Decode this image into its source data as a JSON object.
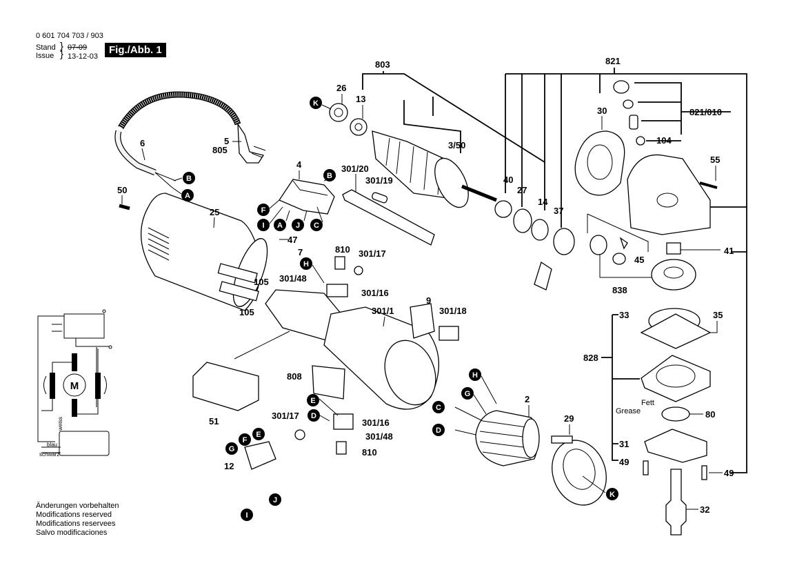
{
  "header": {
    "part_number": "0 601 704 703 / 903",
    "stand_label": "Stand",
    "issue_label": "Issue",
    "stand_value_struck": "07-09",
    "issue_value": "13-12-03",
    "figure_label": "Fig./Abb. 1"
  },
  "notes": [
    "Änderungen vorbehalten",
    "Modifications reserved",
    "Modifications reservees",
    "Salvo modificaciones"
  ],
  "wiring": {
    "motor_label": "M",
    "wire_white": "weiss",
    "wire_blue": "blau",
    "wire_black": "schwarz"
  },
  "grease_note": {
    "de": "Fett",
    "en": "Grease"
  },
  "part_labels": {
    "p803": "803",
    "p26": "26",
    "p13": "13",
    "p3_50": "3/50",
    "p821": "821",
    "p30": "30",
    "p821_010": "821/010",
    "p104": "104",
    "p55": "55",
    "p6": "6",
    "p5": "5",
    "p805": "805",
    "p4": "4",
    "p301_20": "301/20",
    "p301_19": "301/19",
    "p50": "50",
    "p25": "25",
    "p40": "40",
    "p27": "27",
    "p14": "14",
    "p37": "37",
    "p41": "41",
    "p45": "45",
    "p838": "838",
    "p47": "47",
    "p7": "7",
    "p810a": "810",
    "p301_17a": "301/17",
    "p301_48a": "301/48",
    "p301_16a": "301/16",
    "p105a": "105",
    "p105b": "105",
    "p9": "9",
    "p301_1": "301/1",
    "p301_18": "301/18",
    "p33": "33",
    "p35": "35",
    "p828": "828",
    "p808": "808",
    "p2": "2",
    "p29": "29",
    "p51": "51",
    "p301_17b": "301/17",
    "p301_16b": "301/16",
    "p301_48b": "301/48",
    "p810b": "810",
    "p80": "80",
    "p31": "31",
    "p49a": "49",
    "p49b": "49",
    "p12": "12",
    "p32": "32"
  },
  "connectors": {
    "K1": "K",
    "B1": "B",
    "A1": "A",
    "B2": "B",
    "F1": "F",
    "I1": "I",
    "A2": "A",
    "J1": "J",
    "C1": "C",
    "H1": "H",
    "E1": "E",
    "D1": "D",
    "G1": "G",
    "F2": "F",
    "E2": "E",
    "I2": "I",
    "J2": "J",
    "H2": "H",
    "G2": "G",
    "C2": "C",
    "D2": "D",
    "K2": "K"
  }
}
